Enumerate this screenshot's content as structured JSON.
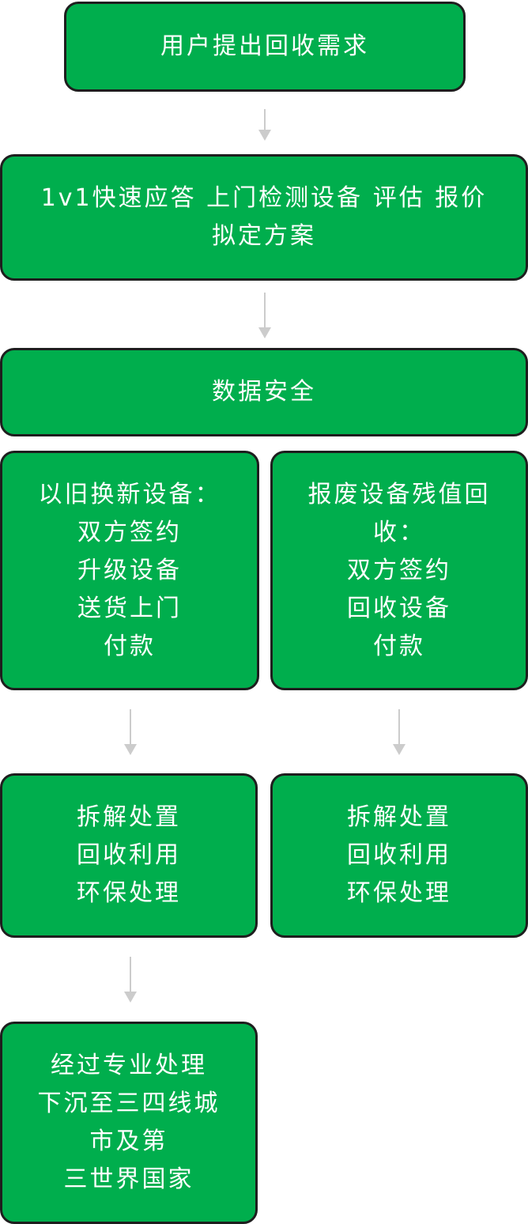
{
  "flow": {
    "step1": {
      "lines": [
        "用户提出回收需求"
      ]
    },
    "step2": {
      "lines": [
        "1v1快速应答 上门检测设备 评估 报价",
        "拟定方案"
      ]
    },
    "step3": {
      "lines": [
        "数据安全"
      ]
    },
    "trade_in": {
      "lines": [
        "以旧换新设备：",
        "双方签约",
        "升级设备",
        "送货上门",
        "付款"
      ]
    },
    "scrap": {
      "lines": [
        "报废设备残值回",
        "收：",
        "双方签约",
        "回收设备",
        "付款"
      ]
    },
    "dispose_left": {
      "lines": [
        "拆解处置",
        "回收利用",
        "环保处理"
      ]
    },
    "dispose_right": {
      "lines": [
        "拆解处置",
        "回收利用",
        "环保处理"
      ]
    },
    "final": {
      "lines": [
        "经过专业处理",
        "下沉至三四线城",
        "市及第",
        "三世界国家"
      ]
    }
  },
  "colors": {
    "node_fill": "#00ae4d",
    "node_border": "#1e1e1e",
    "arrow": "#cccccc",
    "text": "#ffffff"
  }
}
